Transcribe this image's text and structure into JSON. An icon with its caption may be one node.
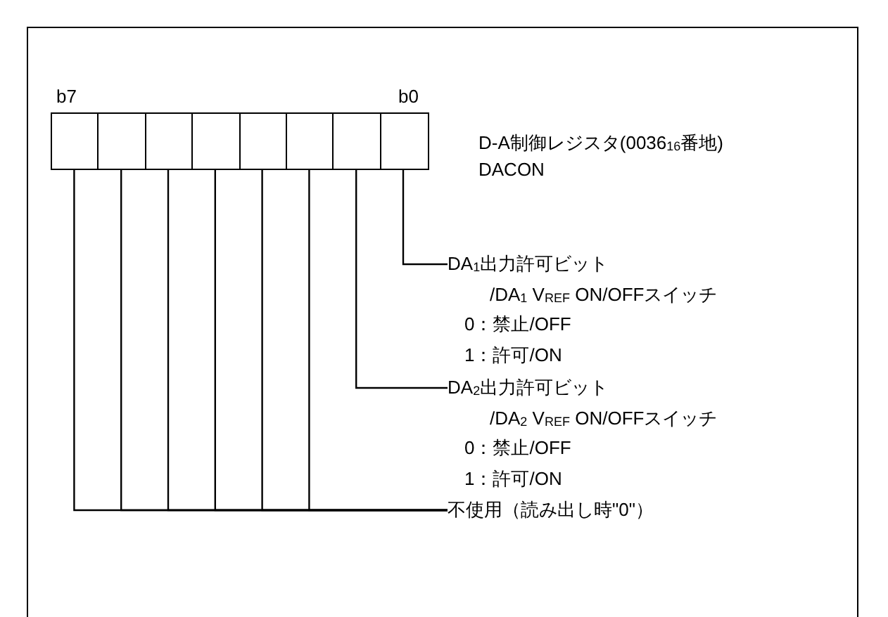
{
  "diagram": {
    "nodes": [
      {
        "text": [],
        "shape": "box"
      },
      {
        "text": [],
        "shape": "box"
      },
      {
        "text": [],
        "shape": "box"
      },
      {
        "text": [],
        "shape": "box"
      },
      {
        "text": [],
        "shape": "box"
      },
      {
        "text": [],
        "shape": "box"
      },
      {
        "text": [],
        "shape": "box"
      },
      {
        "text": [],
        "shape": "box"
      },
      {
        "text": [
          "DA$_{1}$出力許可ビット",
          "/DA$_{1}$ V$_{REF}$ ON/OFFスイッチ",
          "0：禁止/OFF",
          "1：許可/ON"
        ]
      },
      {
        "text": [
          "DA$_{2}$出力許可ビット",
          "/DA$_{2}$ V$_{REF}$ ON/OFFスイッチ",
          "0：禁止/OFF",
          "1：許可/ON"
        ]
      },
      {
        "text": [
          "不使用（読み出し時\"0\"）"
        ]
      }
    ],
    "edges": [
      {
        "from": 7,
        "to": 8,
        "arrow": "none"
      },
      {
        "from": 6,
        "to": 9,
        "arrow": "none"
      },
      {
        "from": 0,
        "to": 10,
        "arrow": "none"
      },
      {
        "from": 1,
        "to": 10,
        "arrow": "none"
      },
      {
        "from": 2,
        "to": 10,
        "arrow": "none"
      },
      {
        "from": 3,
        "to": 10,
        "arrow": "none"
      },
      {
        "from": 4,
        "to": 10,
        "arrow": "none"
      },
      {
        "from": 5,
        "to": 10,
        "arrow": "none"
      }
    ],
    "labels": [
      "b7",
      "b0",
      "D-A制御レジスタ(0036$_{16}$番地)",
      "DACON"
    ]
  }
}
